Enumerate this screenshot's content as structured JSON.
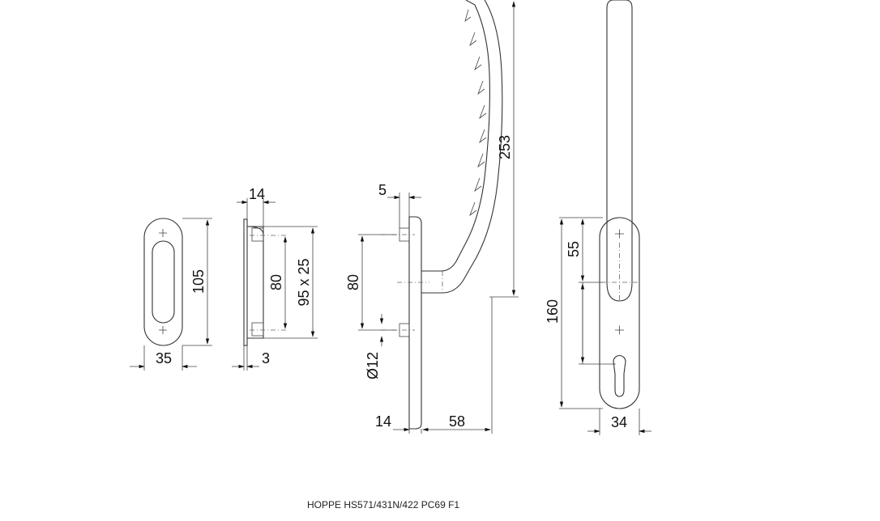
{
  "dimensions": {
    "rosette_width": "35",
    "rosette_height": "105",
    "inner_height_80": "80",
    "inner_size": "95 x 25",
    "top_depth": "14",
    "plate_thickness": "3",
    "offset_5": "5",
    "screw_spacing": "80",
    "spindle_diameter": "Ø12",
    "plate_depth": "14",
    "projection": "58",
    "handle_length": "253",
    "top_to_center": "55",
    "total_height": "160",
    "plate_width": "34"
  },
  "caption": "HOPPE HS571/431N/422 PC69 F1"
}
